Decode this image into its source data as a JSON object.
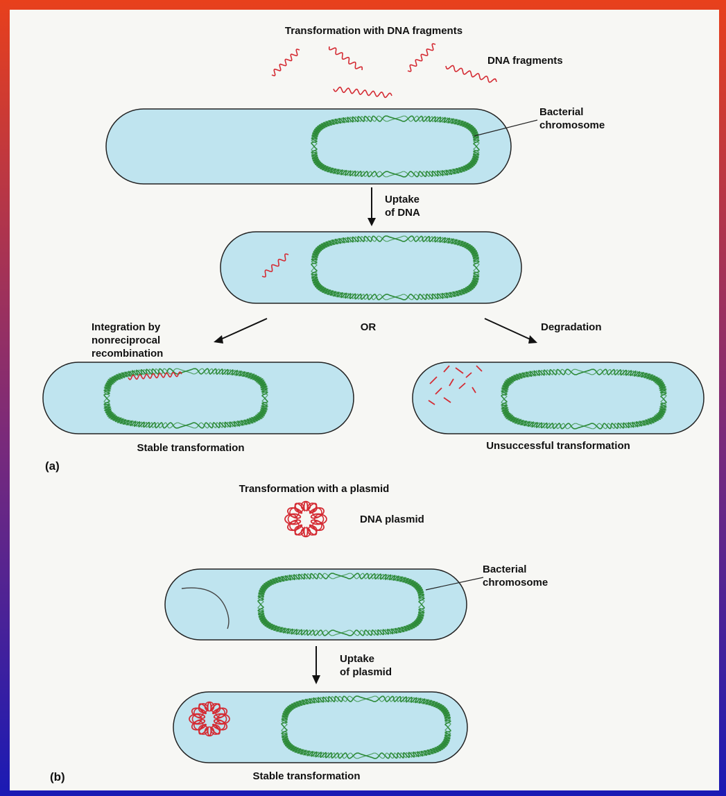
{
  "colors": {
    "outer_frame_top": "#e8401c",
    "outer_frame_bottom": "#1a1ab4",
    "paper": "#f7f7f4",
    "cell_fill": "#bfe4ef",
    "cell_stroke": "#222222",
    "chromosome": "#2e8b3a",
    "foreign_dna": "#d42b33"
  },
  "panel_a": {
    "title": "Transformation with DNA fragments",
    "fragments_label": "DNA fragments",
    "chromosome_label_1": "Bacterial",
    "chromosome_label_2": "chromosome",
    "uptake_label_1": "Uptake",
    "uptake_label_2": "of DNA",
    "integration_label_1": "Integration by",
    "integration_label_2": "nonreciprocal",
    "integration_label_3": "recombination",
    "or_label": "OR",
    "degradation_label": "Degradation",
    "stable_label": "Stable transformation",
    "unsuccessful_label": "Unsuccessful transformation",
    "panel_letter": "(a)"
  },
  "panel_b": {
    "title": "Transformation with a plasmid",
    "plasmid_label": "DNA plasmid",
    "chromosome_label_1": "Bacterial",
    "chromosome_label_2": "chromosome",
    "uptake_label_1": "Uptake",
    "uptake_label_2": "of plasmid",
    "stable_label": "Stable transformation",
    "panel_letter": "(b)"
  }
}
